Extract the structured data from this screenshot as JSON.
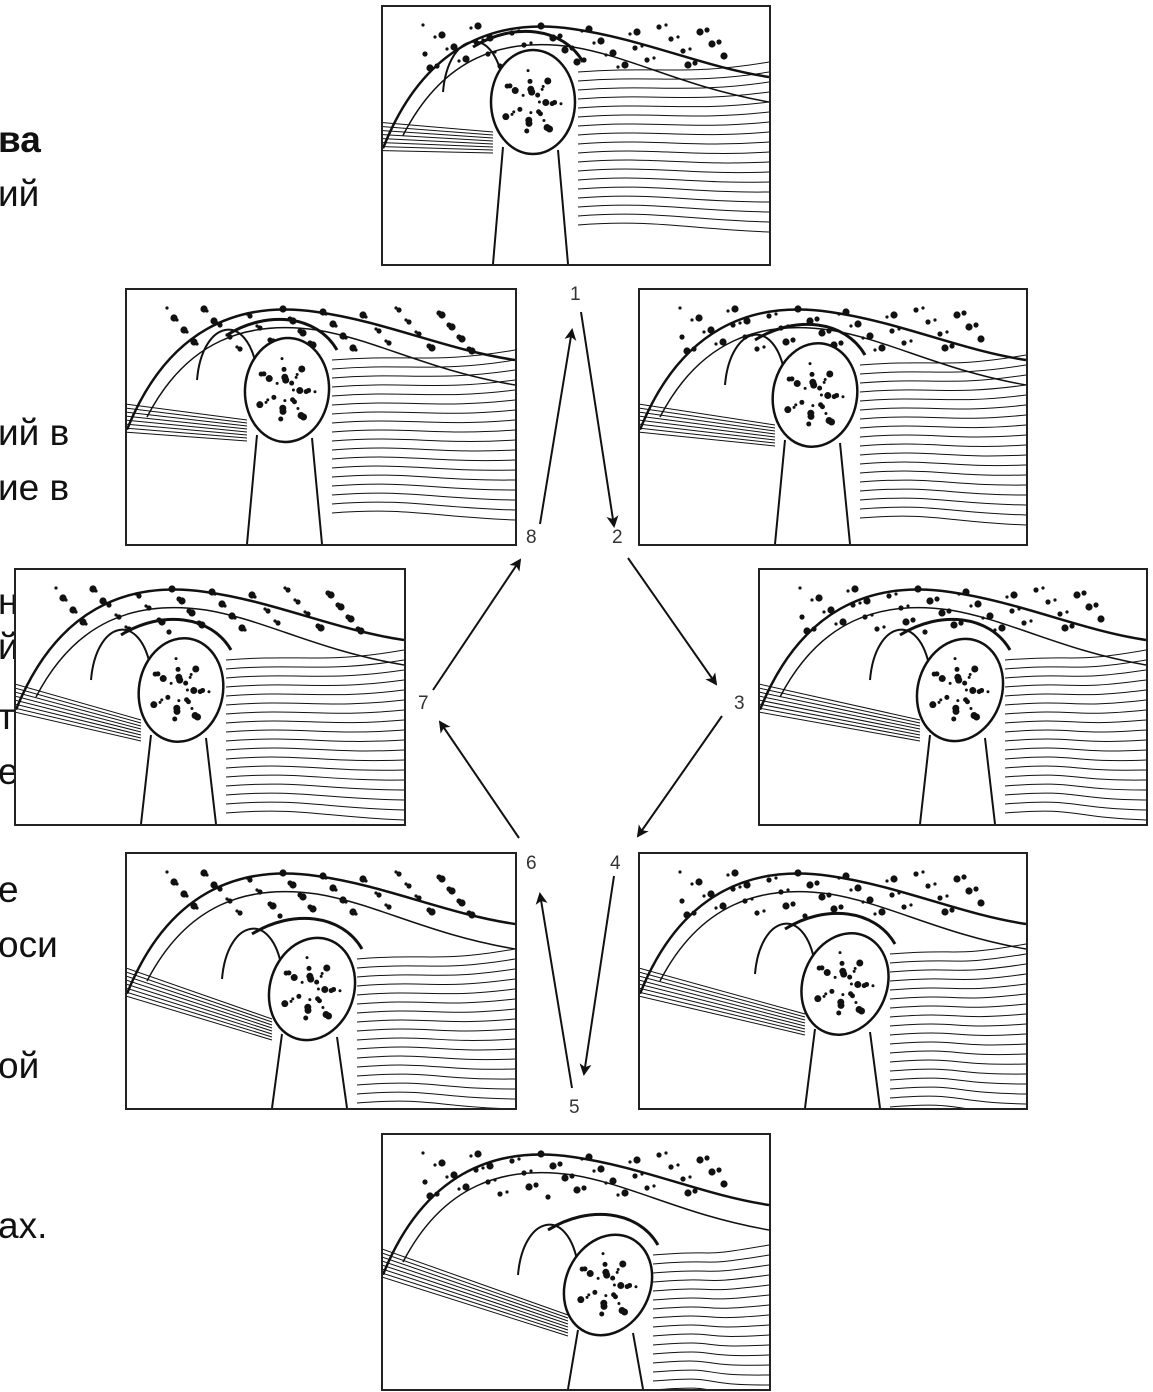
{
  "slide_text": [
    {
      "id": "f1",
      "text": "ва",
      "bold": true
    },
    {
      "id": "f2",
      "text": "ий",
      "bold": false
    },
    {
      "id": "f3",
      "text": "ий в",
      "bold": false
    },
    {
      "id": "f4",
      "text": "ие в",
      "bold": false
    },
    {
      "id": "f5",
      "text": "ния",
      "bold": false
    },
    {
      "id": "f6",
      "text": "й",
      "bold": false
    },
    {
      "id": "f7",
      "text": "ту",
      "bold": false
    },
    {
      "id": "f8",
      "text": "ем",
      "bold": false
    },
    {
      "id": "f9",
      "text": "е",
      "bold": false
    },
    {
      "id": "f10",
      "text": "оси",
      "bold": false
    },
    {
      "id": "f11",
      "text": "ой",
      "bold": false
    },
    {
      "id": "f12",
      "text": "ах.",
      "bold": false
    }
  ],
  "cycle_labels": [
    "1",
    "2",
    "3",
    "4",
    "5",
    "6",
    "7",
    "8"
  ],
  "colors": {
    "ink": "#111111",
    "label": "#333333",
    "panel_border": "#222222"
  }
}
